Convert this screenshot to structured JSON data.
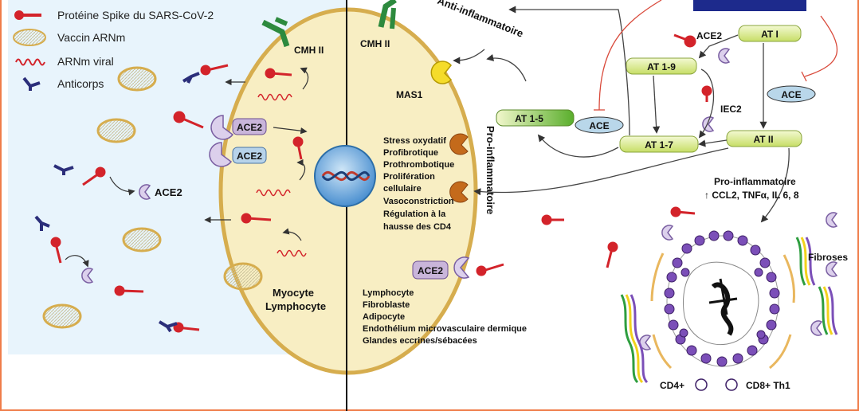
{
  "legend": {
    "spike": "Protéine Spike du SARS-CoV-2",
    "vaccine": "Vaccin ARNm",
    "viral_rna": "ARNm viral",
    "antibody": "Anticorps"
  },
  "cell": {
    "mhc_left": "CMH II",
    "mhc_right": "CMH II",
    "ace2_a": "ACE2",
    "ace2_b": "ACE2",
    "ace2_free": "ACE2",
    "ace2_lower": "ACE2",
    "mas1": "MAS1",
    "cell_types_left": [
      "Myocyte",
      "Lymphocyte"
    ],
    "effects": [
      "Stress oxydatif",
      "Profibrotique",
      "Prothrombotique",
      "Prolifération",
      "cellulaire",
      "Vasoconstriction",
      "Régulation à la",
      "hausse des CD4"
    ],
    "cell_types_right": [
      "Lymphocyte",
      "Fibroblaste",
      "Adipocyte",
      "Endothélium microvasculaire dermique",
      "Glandes eccrines/sébacées"
    ]
  },
  "pathway": {
    "anti_inflammatory": "Anti-inflammatoire",
    "pro_inflammatory": "Pro-inflammatoire",
    "at_i": "AT I",
    "ace2": "ACE2",
    "at_1_9": "AT 1-9",
    "ace_right": "ACE",
    "iec2": "IEC2",
    "at_1_5": "AT 1-5",
    "ace_mid": "ACE",
    "at_1_7": "AT 1-7",
    "at_ii": "AT II",
    "pro_inflammatory_2": "Pro-inflammatoire",
    "cytokines": "↑ CCL2, TNFα, IL 6, 8"
  },
  "lesion": {
    "fibroses": "Fibroses",
    "cd4": "CD4+",
    "cd8": "CD8+ Th1"
  },
  "colors": {
    "panel_bg": "#e8f4fc",
    "cell_fill": "#f8eec3",
    "cell_stroke": "#d6ad4e",
    "spike": "#d3232a",
    "antibody": "#2b2e7a",
    "ace2_fill": "#c9b5da",
    "pill_fill": "#d7e98c",
    "pill_stroke": "#8aa53c",
    "at15_fill": "#6dbb3a",
    "ace_fill": "#b9d7ea",
    "frame": "#ef7d4a"
  }
}
